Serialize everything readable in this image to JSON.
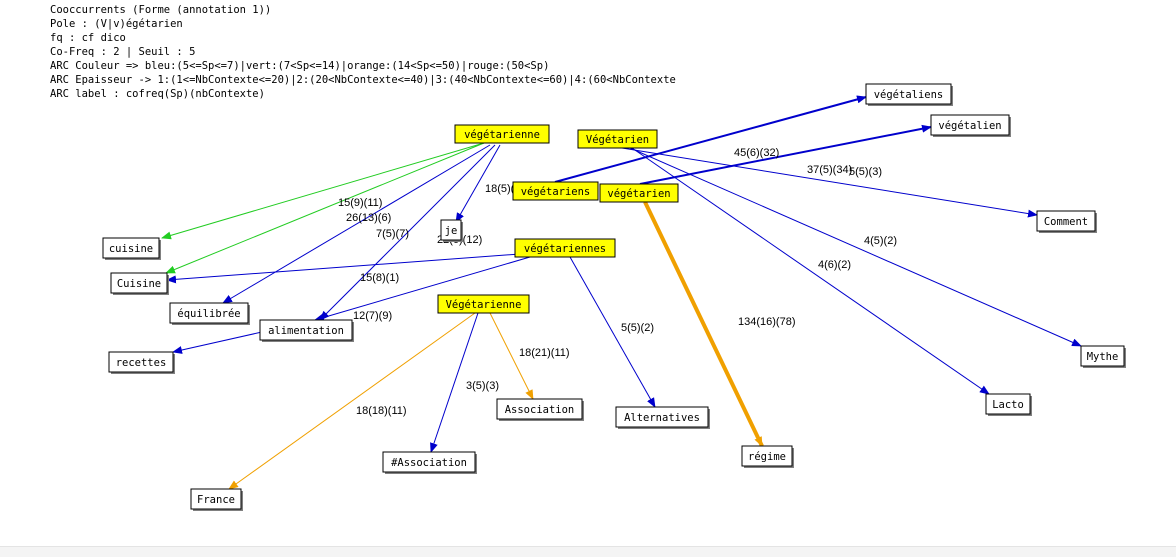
{
  "header": {
    "lines": [
      "Cooccurrents (Forme (annotation 1))",
      "Pole : (V|v)égétarien",
      "fq : cf dico",
      "Co-Freq : 2 | Seuil : 5",
      "ARC Couleur => bleu:(5<=Sp<=7)|vert:(7<Sp<=14)|orange:(14<Sp<=50)|rouge:(50<Sp)",
      "ARC Epaisseur -> 1:(1<=NbContexte<=20)|2:(20<NbContexte<=40)|3:(40<NbContexte<=60)|4:(60<NbContexte",
      "ARC label : cofreq(Sp)(nbContexte)"
    ]
  },
  "colors": {
    "pole_fill": "#ffff00",
    "node_fill": "#ffffff",
    "blue": "#0000cc",
    "green": "#22cc22",
    "orange": "#f0a000",
    "red": "#ff0000"
  },
  "nodes": [
    {
      "id": "vegetarienne",
      "label": "végétarienne",
      "pole": true
    },
    {
      "id": "Vegetarien",
      "label": "Végétarien",
      "pole": true
    },
    {
      "id": "vegetariens",
      "label": "végétariens",
      "pole": true
    },
    {
      "id": "vegetarien",
      "label": "végétarien",
      "pole": true
    },
    {
      "id": "vegetariennes",
      "label": "végétariennes",
      "pole": true
    },
    {
      "id": "Vegetarienne",
      "label": "Végétarienne",
      "pole": true
    },
    {
      "id": "vegetaliens",
      "label": "végétaliens",
      "pole": false
    },
    {
      "id": "vegetalien",
      "label": "végétalien",
      "pole": false
    },
    {
      "id": "Comment",
      "label": "Comment",
      "pole": false
    },
    {
      "id": "cuisine",
      "label": "cuisine",
      "pole": false
    },
    {
      "id": "Cuisine",
      "label": "Cuisine",
      "pole": false
    },
    {
      "id": "je",
      "label": "je",
      "pole": false
    },
    {
      "id": "equilibree",
      "label": "équilibrée",
      "pole": false
    },
    {
      "id": "alimentation",
      "label": "alimentation",
      "pole": false
    },
    {
      "id": "recettes",
      "label": "recettes",
      "pole": false
    },
    {
      "id": "Association",
      "label": "Association",
      "pole": false
    },
    {
      "id": "Alternatives",
      "label": "Alternatives",
      "pole": false
    },
    {
      "id": "hashAssociation",
      "label": "#Association",
      "pole": false
    },
    {
      "id": "France",
      "label": "France",
      "pole": false
    },
    {
      "id": "regime",
      "label": "régime",
      "pole": false
    },
    {
      "id": "Lacto",
      "label": "Lacto",
      "pole": false
    },
    {
      "id": "Mythe",
      "label": "Mythe",
      "pole": false
    }
  ],
  "edges": [
    {
      "from": "vegetarienne",
      "to": "cuisine",
      "label": "15(9)(11)",
      "color": "green",
      "width": 1
    },
    {
      "from": "vegetarienne",
      "to": "Cuisine",
      "label": "26(13)(6)",
      "color": "green",
      "width": 1
    },
    {
      "from": "vegetarienne",
      "to": "equilibree",
      "label": "7(5)(7)",
      "color": "blue",
      "width": 1
    },
    {
      "from": "vegetarienne",
      "to": "alimentation",
      "label": "15(8)(1)",
      "color": "blue",
      "width": 1
    },
    {
      "from": "vegetarienne",
      "to": "je",
      "label": "22(6)(12)",
      "color": "blue",
      "width": 1
    },
    {
      "from": "vegetariens",
      "to": "vegetaliens",
      "label": "18(5)(12)",
      "color": "blue",
      "width": 2
    },
    {
      "from": "vegetarien",
      "to": "vegetalien",
      "label": "",
      "color": "blue",
      "width": 2
    },
    {
      "from": "vegetarien",
      "to": "regime",
      "label": "134(16)(78)",
      "color": "orange",
      "width": 4
    },
    {
      "from": "Vegetarien",
      "to": "Comment",
      "label": "37(5)(34)",
      "color": "blue",
      "width": 1
    },
    {
      "from": "Vegetarien",
      "to": "Mythe",
      "label": "4(5)(2)",
      "color": "blue",
      "width": 1
    },
    {
      "from": "Vegetarien",
      "to": "Lacto",
      "label": "4(6)(2)",
      "color": "blue",
      "width": 1
    },
    {
      "from": "vegetariennes",
      "to": "Cuisine",
      "label": "",
      "color": "blue",
      "width": 1
    },
    {
      "from": "vegetariennes",
      "to": "alimentation",
      "label": "",
      "color": "blue",
      "width": 1
    },
    {
      "from": "vegetariennes",
      "to": "Alternatives",
      "label": "5(5)(2)",
      "color": "blue",
      "width": 1
    },
    {
      "from": "alimentation",
      "to": "recettes",
      "label": "12(7)(9)",
      "color": "blue",
      "width": 1
    },
    {
      "from": "Vegetarienne",
      "to": "Association",
      "label": "18(21)(11)",
      "color": "orange",
      "width": 1
    },
    {
      "from": "Vegetarienne",
      "to": "hashAssociation",
      "label": "3(5)(3)",
      "color": "blue",
      "width": 1
    },
    {
      "from": "Vegetarienne",
      "to": "France",
      "label": "18(18)(11)",
      "color": "orange",
      "width": 1
    }
  ],
  "extra_labels": [
    "45(6)(32)",
    "5(5)(3)"
  ]
}
